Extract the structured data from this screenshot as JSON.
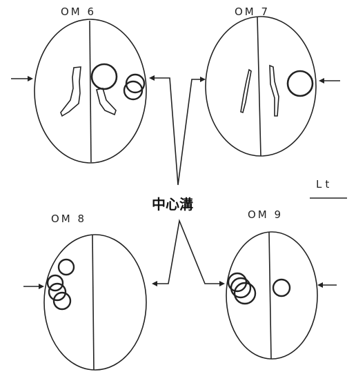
{
  "panels": [
    {
      "label": "OM 6"
    },
    {
      "label": "OM 7"
    },
    {
      "label": "OM 8"
    },
    {
      "label": "OM 9"
    }
  ],
  "center_label": "中心溝",
  "side_label": "Lt",
  "colors": {
    "stroke": "#222222",
    "background": "#ffffff"
  }
}
